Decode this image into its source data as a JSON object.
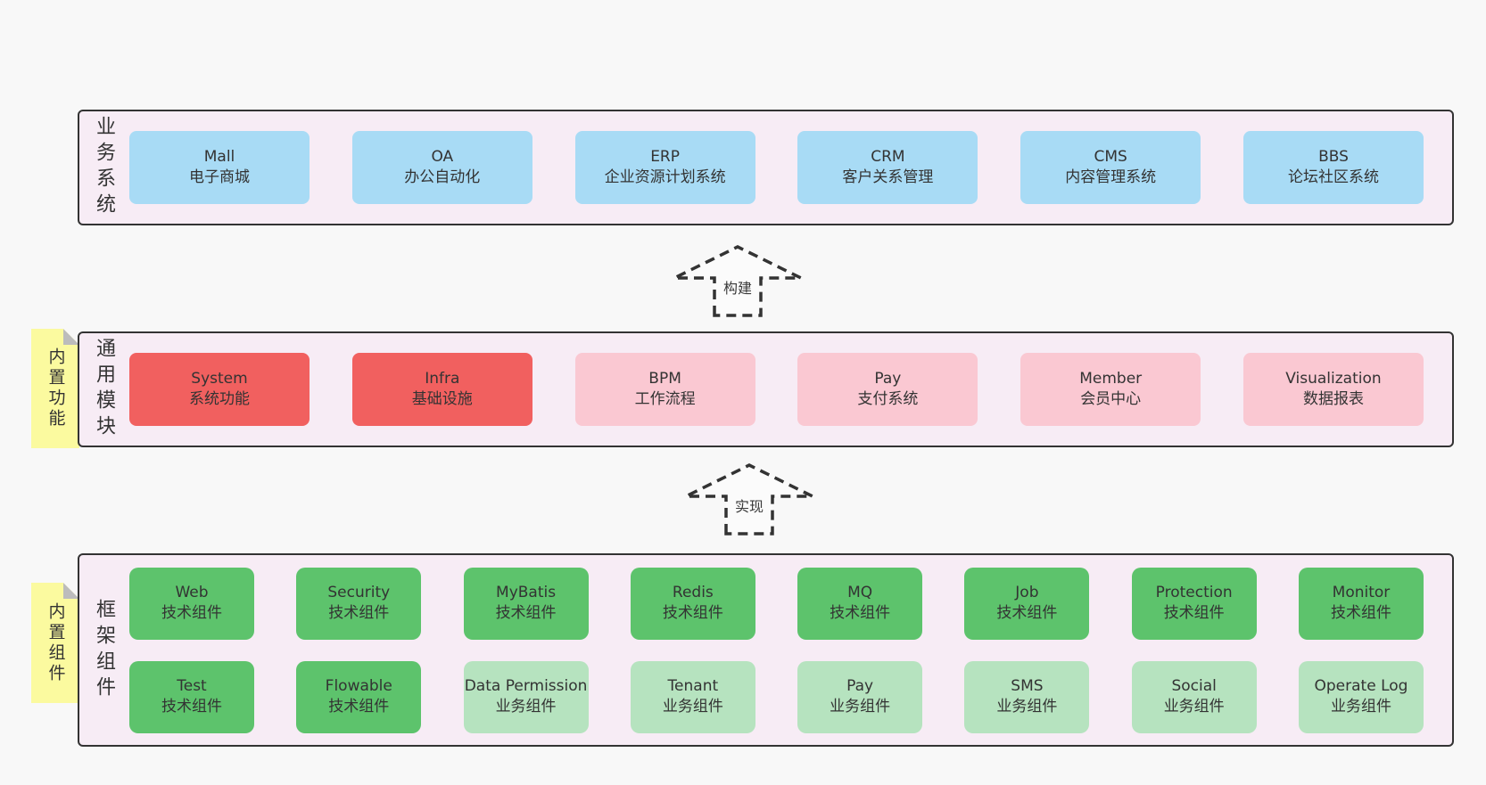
{
  "colors": {
    "background": "#f8f8f8",
    "band_fill": "#f7ecf5",
    "band_border": "#333333",
    "blue_box": "#a8dbf5",
    "red_box": "#f1605f",
    "pink_box": "#fac8d2",
    "green_box": "#5dc36c",
    "light_green_box": "#b6e3bf",
    "note_yellow": "#fbfa9f",
    "note_fold_gray": "#bcbcbc",
    "text": "#333333"
  },
  "notes": [
    {
      "label": "内置功能"
    },
    {
      "label": "内置组件"
    }
  ],
  "arrows": [
    {
      "label": "构建"
    },
    {
      "label": "实现"
    }
  ],
  "bands": [
    {
      "label": "业务系统",
      "boxes": [
        {
          "name": "Mall",
          "desc": "电子商城"
        },
        {
          "name": "OA",
          "desc": "办公自动化"
        },
        {
          "name": "ERP",
          "desc": "企业资源计划系统"
        },
        {
          "name": "CRM",
          "desc": "客户关系管理"
        },
        {
          "name": "CMS",
          "desc": "内容管理系统"
        },
        {
          "name": "BBS",
          "desc": "论坛社区系统"
        }
      ]
    },
    {
      "label": "通用模块",
      "boxes": [
        {
          "name": "System",
          "desc": "系统功能"
        },
        {
          "name": "Infra",
          "desc": "基础设施"
        },
        {
          "name": "BPM",
          "desc": "工作流程"
        },
        {
          "name": "Pay",
          "desc": "支付系统"
        },
        {
          "name": "Member",
          "desc": "会员中心"
        },
        {
          "name": "Visualization",
          "desc": "数据报表"
        }
      ]
    },
    {
      "label": "框架组件",
      "rows": [
        [
          {
            "name": "Web",
            "desc": "技术组件"
          },
          {
            "name": "Security",
            "desc": "技术组件"
          },
          {
            "name": "MyBatis",
            "desc": "技术组件"
          },
          {
            "name": "Redis",
            "desc": "技术组件"
          },
          {
            "name": "MQ",
            "desc": "技术组件"
          },
          {
            "name": "Job",
            "desc": "技术组件"
          },
          {
            "name": "Protection",
            "desc": "技术组件"
          },
          {
            "name": "Monitor",
            "desc": "技术组件"
          }
        ],
        [
          {
            "name": "Test",
            "desc": "技术组件"
          },
          {
            "name": "Flowable",
            "desc": "技术组件"
          },
          {
            "name": "Data Permission",
            "desc": "业务组件"
          },
          {
            "name": "Tenant",
            "desc": "业务组件"
          },
          {
            "name": "Pay",
            "desc": "业务组件"
          },
          {
            "name": "SMS",
            "desc": "业务组件"
          },
          {
            "name": "Social",
            "desc": "业务组件"
          },
          {
            "name": "Operate Log",
            "desc": "业务组件"
          }
        ]
      ]
    }
  ]
}
